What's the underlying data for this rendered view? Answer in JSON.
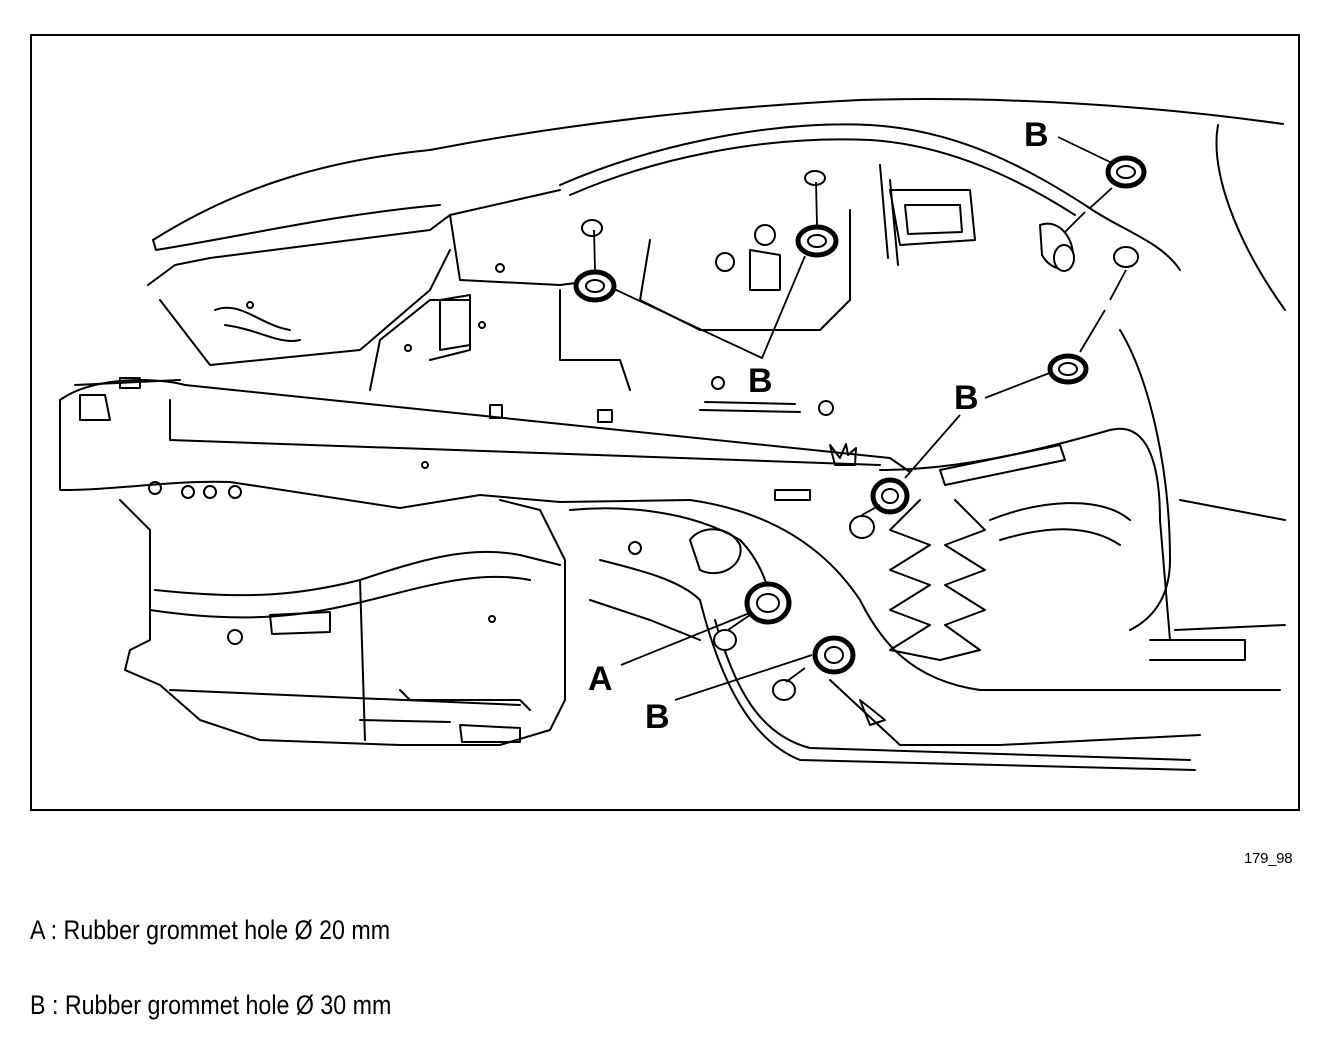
{
  "callouts": {
    "a": "A",
    "b": "B"
  },
  "figure_code": "179_98",
  "legend": {
    "a": "A : Rubber grommet hole Ø 20 mm",
    "b": "B : Rubber grommet hole Ø 30 mm"
  },
  "colors": {
    "line": "#000000",
    "background": "#ffffff"
  }
}
